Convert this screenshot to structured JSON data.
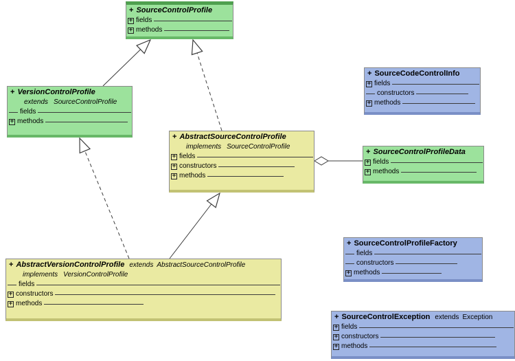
{
  "colors": {
    "green": "#9ce29c",
    "green_dark": "#68b868",
    "green_header": "#4fa04f",
    "yellow": "#eaeaa2",
    "yellow_dark": "#c2c274",
    "blue": "#a0b5e4",
    "blue_dark": "#7a8fc6"
  },
  "classes": {
    "scp": {
      "visibility": "+",
      "name": "SourceControlProfile",
      "members": [
        {
          "icon": "plus",
          "label": "fields",
          "line_pct": 100
        },
        {
          "icon": "plus",
          "label": "methods",
          "line_pct": 96
        }
      ]
    },
    "vcp": {
      "visibility": "+",
      "name": "VersionControlProfile",
      "subtitle": {
        "keyword": "extends",
        "name": "SourceControlProfile"
      },
      "members": [
        {
          "icon": "dash",
          "label": "fields",
          "line_pct": 100
        },
        {
          "icon": "plus",
          "label": "methods",
          "line_pct": 96
        }
      ]
    },
    "ascp": {
      "visibility": "+",
      "name": "AbstractSourceControlProfile",
      "subtitle": {
        "keyword": "implements",
        "name": "SourceControlProfile"
      },
      "members": [
        {
          "icon": "plus",
          "label": "fields",
          "line_pct": 100
        },
        {
          "icon": "plus",
          "label": "constructors",
          "line_pct": 80
        },
        {
          "icon": "plus",
          "label": "methods",
          "line_pct": 72
        }
      ]
    },
    "scci": {
      "visibility": "+",
      "name": "SourceCodeControlInfo",
      "members": [
        {
          "icon": "plus",
          "label": "fields",
          "line_pct": 100
        },
        {
          "icon": "dash",
          "label": "constructors",
          "line_pct": 82
        },
        {
          "icon": "plus",
          "label": "methods",
          "line_pct": 95
        }
      ]
    },
    "scpd": {
      "visibility": "+",
      "name": "SourceControlProfileData",
      "members": [
        {
          "icon": "plus",
          "label": "fields",
          "line_pct": 100
        },
        {
          "icon": "plus",
          "label": "methods",
          "line_pct": 92
        }
      ]
    },
    "avcp": {
      "visibility": "+",
      "name": "AbstractVersionControlProfile",
      "title_suffix": {
        "keyword": "extends",
        "name": "AbstractSourceControlProfile"
      },
      "subtitle": {
        "keyword": "implements",
        "name": "VersionControlProfile"
      },
      "members": [
        {
          "icon": "dash",
          "label": "fields",
          "line_pct": 100
        },
        {
          "icon": "plus",
          "label": "constructors",
          "line_pct": 98
        },
        {
          "icon": "plus",
          "label": "methods",
          "line_pct": 42
        }
      ]
    },
    "scpf": {
      "visibility": "+",
      "name": "SourceControlProfileFactory",
      "members": [
        {
          "icon": "dash",
          "label": "fields",
          "line_pct": 100
        },
        {
          "icon": "dash",
          "label": "constructors",
          "line_pct": 72
        },
        {
          "icon": "plus",
          "label": "methods",
          "line_pct": 60
        }
      ]
    },
    "sce": {
      "visibility": "+",
      "name": "SourceControlException",
      "title_suffix": {
        "keyword": "extends",
        "name": "Exception"
      },
      "members": [
        {
          "icon": "plus",
          "label": "fields",
          "line_pct": 100
        },
        {
          "icon": "plus",
          "label": "constructors",
          "line_pct": 86
        },
        {
          "icon": "plus",
          "label": "methods",
          "line_pct": 88
        }
      ]
    }
  },
  "relationships": [
    {
      "type": "generalization",
      "from": "VersionControlProfile",
      "to": "SourceControlProfile",
      "line": "solid"
    },
    {
      "type": "realization",
      "from": "AbstractSourceControlProfile",
      "to": "SourceControlProfile",
      "line": "dashed"
    },
    {
      "type": "realization",
      "from": "AbstractVersionControlProfile",
      "to": "VersionControlProfile",
      "line": "dashed"
    },
    {
      "type": "generalization",
      "from": "AbstractVersionControlProfile",
      "to": "AbstractSourceControlProfile",
      "line": "solid"
    },
    {
      "type": "aggregation",
      "from": "AbstractSourceControlProfile",
      "to": "SourceControlProfileData",
      "line": "solid"
    }
  ]
}
